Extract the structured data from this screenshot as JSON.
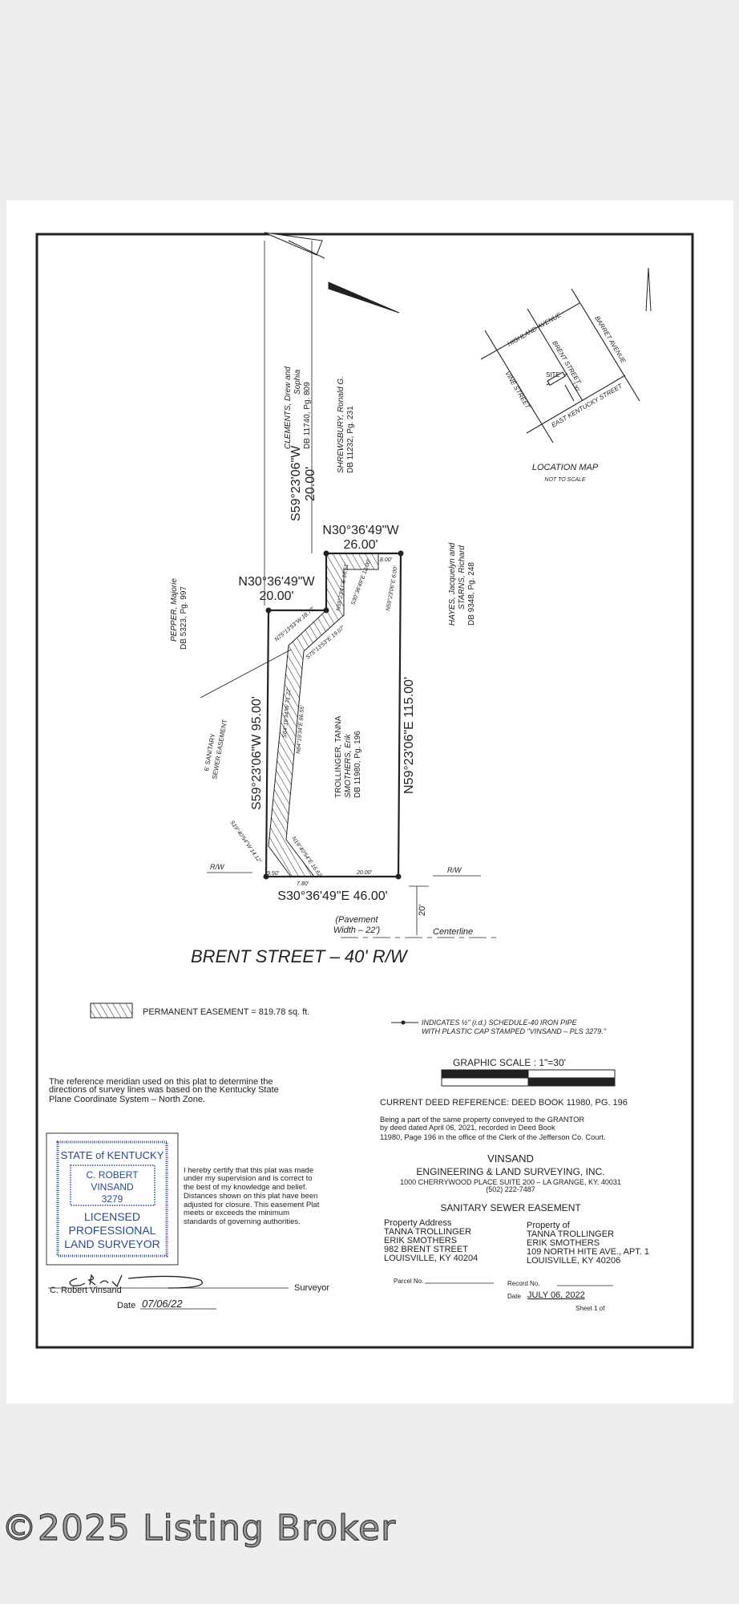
{
  "plat": {
    "lot_top": {
      "bearing": "N30°36'49\"W",
      "distance": "26.00'"
    },
    "lot_step": {
      "bearing": "N30°36'49\"W",
      "distance": "20.00'"
    },
    "lot_step_side": {
      "bearing": "S59°23'06\"W",
      "distance": "20.00'"
    },
    "lot_left": "S59°23'06\"W  95.00'",
    "lot_right": "N59°23'06\"E  115.00'",
    "lot_bottom": "S30°36'49\"E  46.00'",
    "easement_calls": [
      "8.00'",
      "S30°36'49\"E 12.00'",
      "N59°23'06\"E 6.00'",
      "N59°23'41\"E 16.51'",
      "N75°13'53\"W 18.77'",
      "S75°13'53\"E 19.07'",
      "S64°19'34\"W 71.22'",
      "N64°19'34\"E 66.55'",
      "S19°40'54\"W 14.12'",
      "N19°40'54\"E 16.62'",
      "9.50'",
      "7.80'",
      "20.00'"
    ],
    "owner": [
      "TROLLINGER, TANNA",
      "SMOTHERS, Erik",
      "DB 11980, Pg. 196"
    ],
    "neighbors": {
      "clements": [
        "CLEMENTS, Drew and",
        "Sophia",
        "DB 11740, Pg. 809"
      ],
      "shrewsbury": [
        "SHREWSBURY, Ronald G.",
        "DB 11232, Pg. 231"
      ],
      "pepper": [
        "PEPPER, Majorie",
        "DB 5323, Pg. 997"
      ],
      "hayes": [
        "HAYES, Jacquelyn and",
        "STARNS, Richard",
        "DB 9348, Pg. 248"
      ]
    },
    "sewer_easement_label": [
      "6' SANITARY",
      "SEWER EASEMENT"
    ],
    "rw": "R/W",
    "offset": "20'",
    "pavement": [
      "(Pavement",
      "Width – 22')"
    ],
    "centerline": "Centerline",
    "street": "BRENT STREET – 40' R/W"
  },
  "location_map": {
    "streets": [
      "HIGHLAND AVENUE",
      "BRENT STREET",
      "BARRET AVENUE",
      "VINE STREET",
      "EAST KENTUCKY STREET"
    ],
    "site": "SITE",
    "distance": "130'",
    "title": "LOCATION MAP",
    "subtitle": "NOT TO SCALE"
  },
  "legend": {
    "easement": "PERMANENT EASEMENT = 819.78 sq. ft.",
    "pipe": [
      "INDICATES ½\" (i.d.) SCHEDULE-40 IRON PIPE",
      "WITH PLASTIC CAP STAMPED \"VINSAND – PLS 3279.\""
    ]
  },
  "graphic_scale": "GRAPHIC SCALE :   1\"=30'",
  "meridian_note": [
    "The reference meridian used on this plat to determine the",
    "directions of survey lines was based on the Kentucky State",
    "Plane Coordinate System – North Zone."
  ],
  "deed_reference": "CURRENT DEED REFERENCE: DEED BOOK 11980, PG. 196",
  "deed_note": [
    "Being a part of the same property conveyed to the GRANTOR",
    "by deed dated April 06, 2021, recorded in Deed Book",
    "11980, Page 196 in the office of the Clerk of the Jefferson Co. Court."
  ],
  "firm": {
    "name": "VINSAND",
    "full": "ENGINEERING & LAND SURVEYING, INC.",
    "address": "1000 CHERRYWOOD PLACE SUITE 200 – LA GRANGE, KY. 40031",
    "phone": "(502) 222-7487"
  },
  "doc_title": "SANITARY SEWER EASEMENT",
  "property_address": [
    "Property Address",
    "TANNA TROLLINGER",
    "ERIK SMOTHERS",
    "982 BRENT STREET",
    "LOUISVILLE, KY 40204"
  ],
  "property_of": [
    "Property of",
    "TANNA TROLLINGER",
    "ERIK SMOTHERS",
    "109 NORTH HITE AVE., APT. 1",
    "LOUISVILLE, KY 40206"
  ],
  "parcel_label": "Parcel No.",
  "record_label": "Record No.",
  "date_label": "Date",
  "date_value": "JULY 06, 2022",
  "sheet": "Sheet 1 of",
  "stamp": {
    "state": "STATE of KENTUCKY",
    "name": [
      "C. ROBERT",
      "VINSAND",
      "3279"
    ],
    "title": [
      "LICENSED",
      "PROFESSIONAL",
      "LAND SURVEYOR"
    ]
  },
  "certification": [
    "I hereby certify that this plat was made",
    "under my supervision and is correct to",
    "the best of my knowledge and belief.",
    "Distances shown on this plat have been",
    "adjusted for closure. This easement Plat",
    "meets or exceeds the minimum",
    "standards of governing authorities."
  ],
  "surveyor": {
    "name": "C. Robert Vinsand",
    "role": "Surveyor",
    "signature": "C. Robert Vinsand",
    "date_label": "Date",
    "date": "07/06/22"
  },
  "watermark": "©2025 Listing Broker",
  "colors": {
    "stamp": "#2c4a8c",
    "ink": "#222222",
    "paper": "#ffffff",
    "background": "#eeeeee"
  }
}
